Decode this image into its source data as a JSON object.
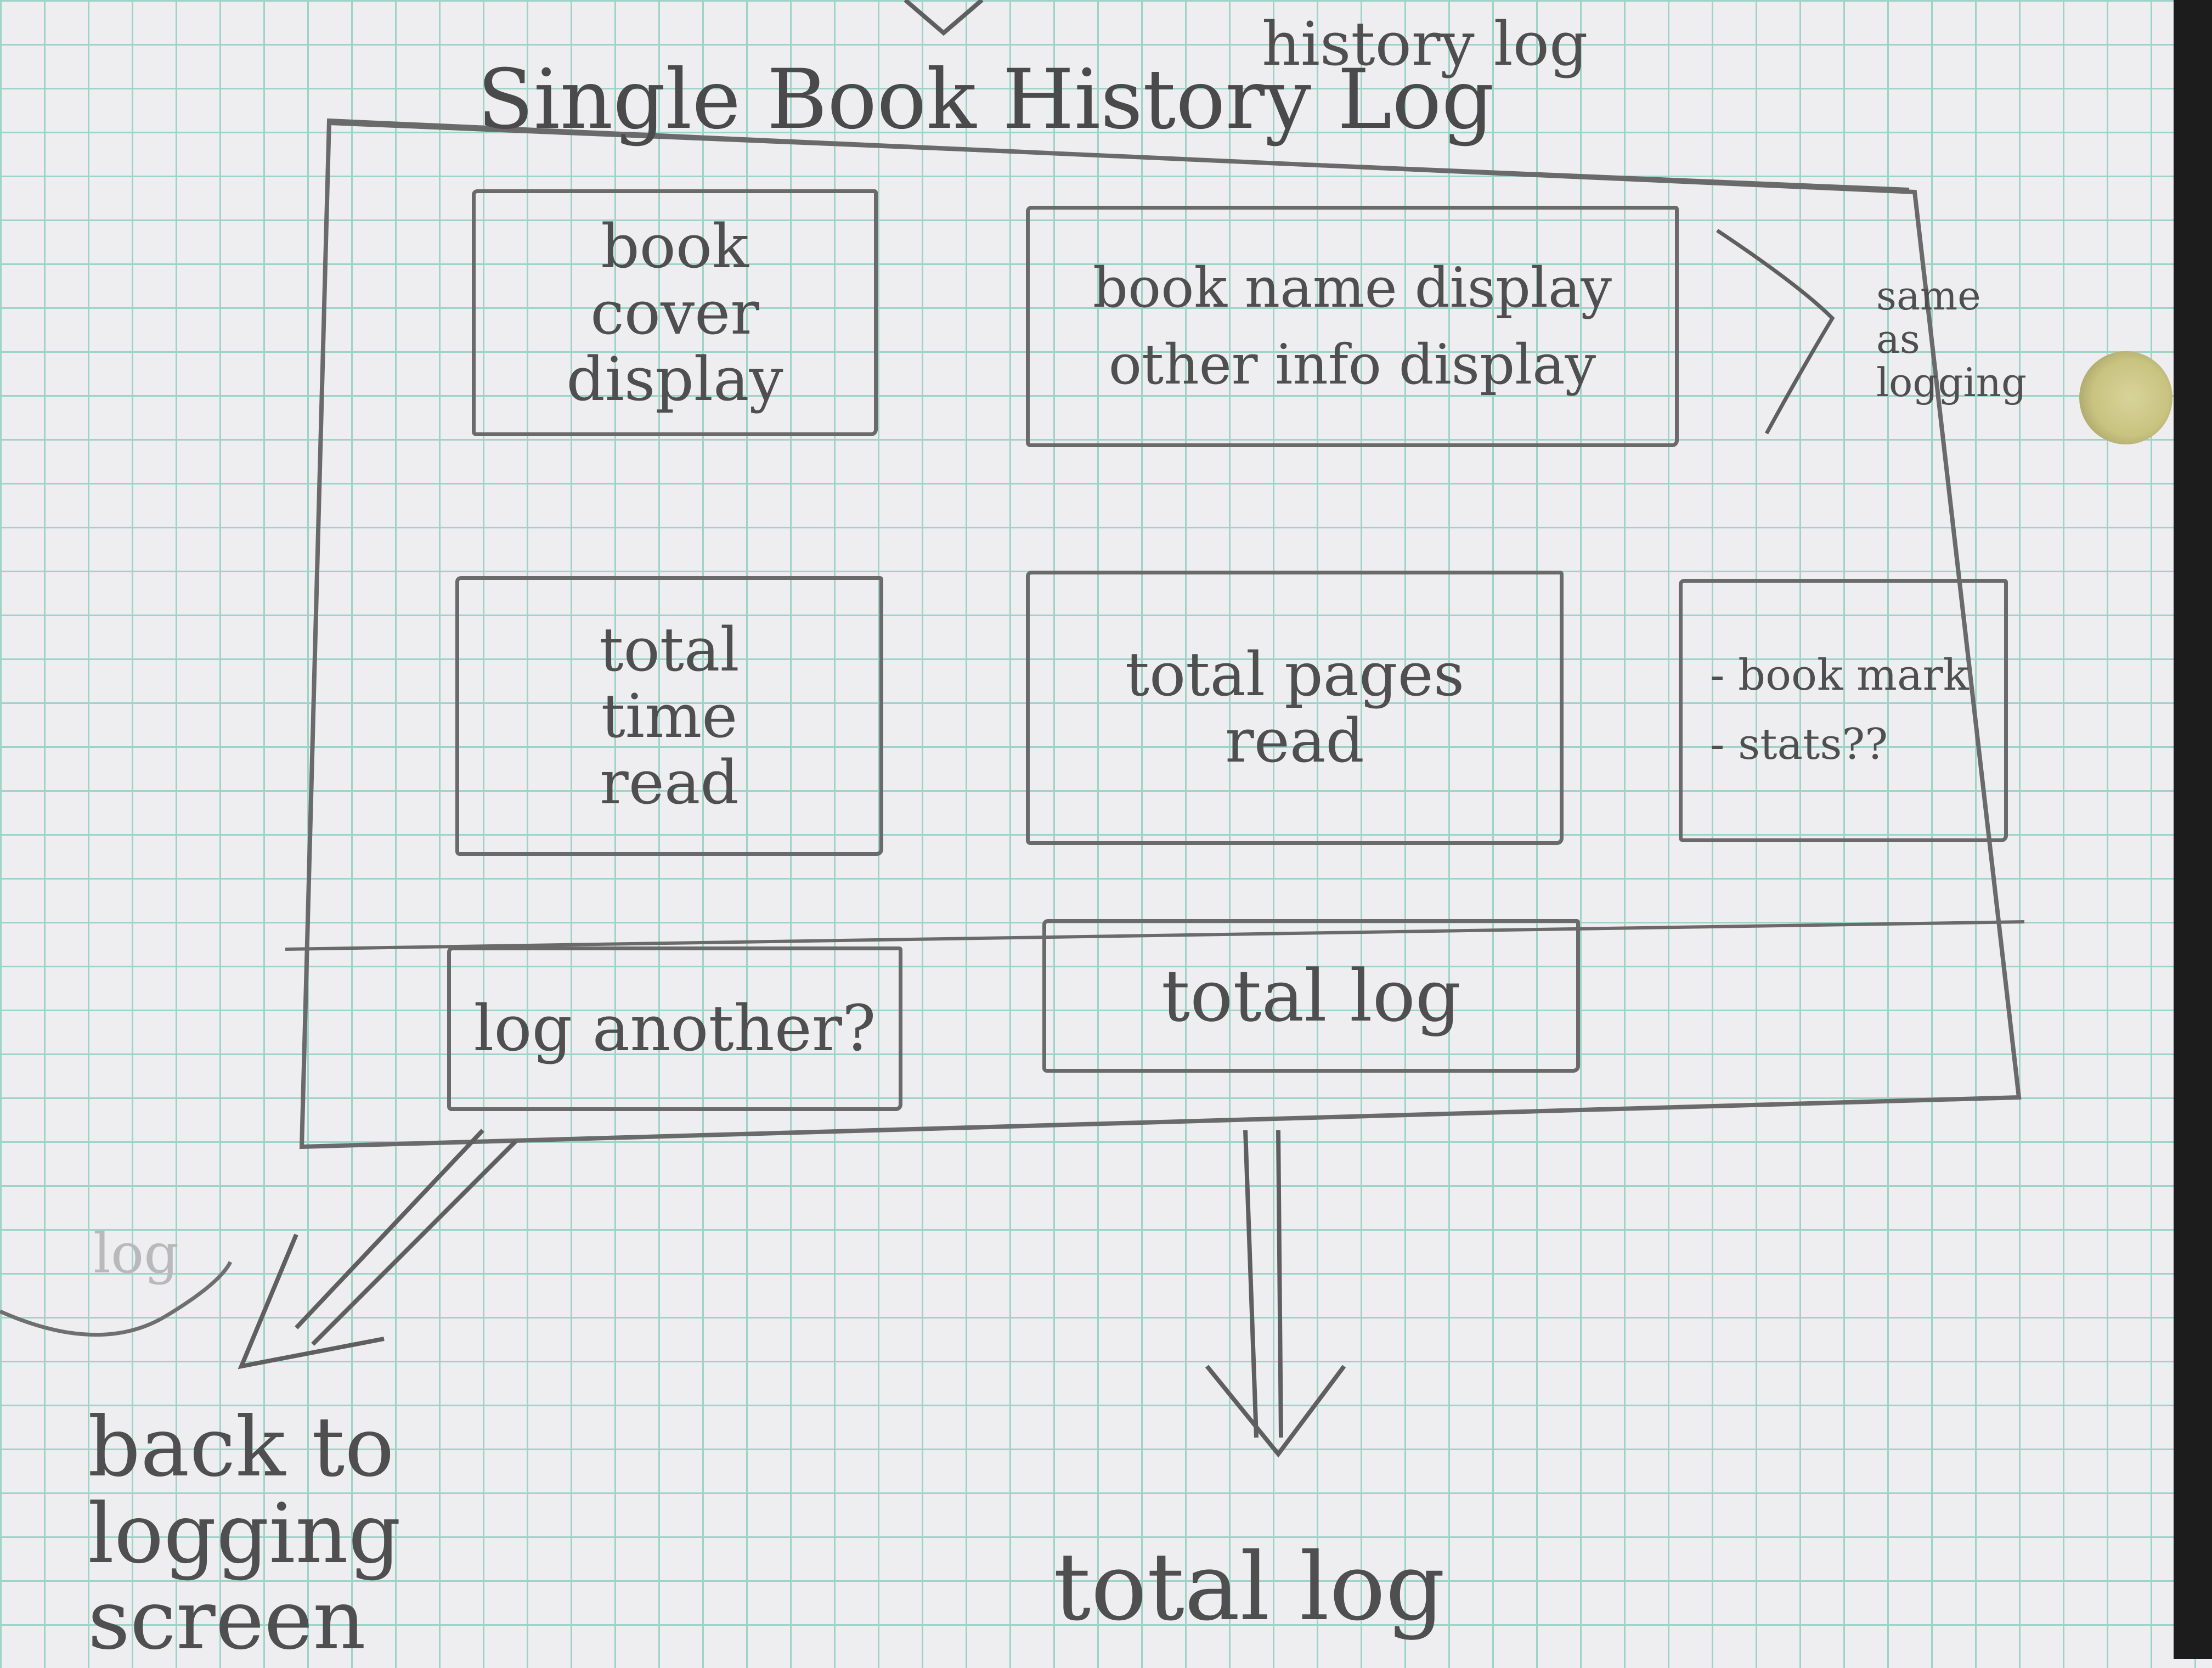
{
  "header": {
    "top_note": "history log",
    "screen_title": "Single Book History Log"
  },
  "boxes": {
    "book_cover": "book\ncover\ndisplay",
    "book_info_line1": "book name display",
    "book_info_line2": "other info display",
    "same_as_logging": "same\nas\nlogging",
    "total_time": "total\ntime\nread",
    "total_pages": "total pages\nread",
    "notes_line1": "- book mark",
    "notes_line2": "- stats??"
  },
  "buttons": {
    "log_another": "log another?",
    "total_log": "total log"
  },
  "navigation": {
    "faded_log": "log",
    "back_to_logging": "back to\nlogging\nscreen",
    "total_log_destination": "total log"
  }
}
